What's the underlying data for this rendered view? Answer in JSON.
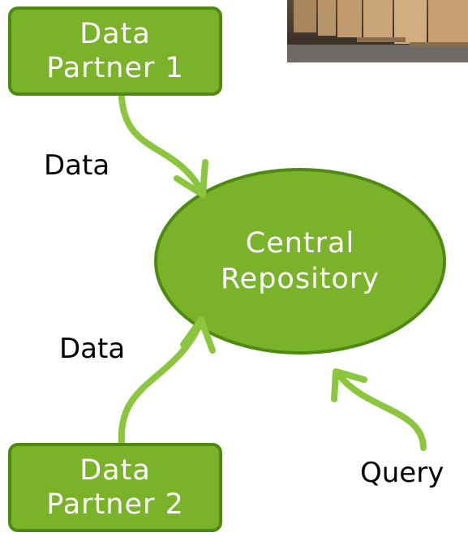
{
  "colors": {
    "box_fill": "#7ab32a",
    "box_border": "#4f8a10",
    "arrow": "#8cc63f",
    "text_on_green": "#ffffff",
    "label_text": "#000000"
  },
  "nodes": {
    "partner1": {
      "line1": "Data",
      "line2": "Partner 1"
    },
    "partner2": {
      "line1": "Data",
      "line2": "Partner 2"
    },
    "repository": {
      "line1": "Central",
      "line2": "Repository"
    }
  },
  "edges": {
    "partner1_to_repo": "Data",
    "partner2_to_repo": "Data",
    "query_to_repo": "Query"
  },
  "images": {
    "warehouse_photo": "warehouse-boxes-photo"
  }
}
